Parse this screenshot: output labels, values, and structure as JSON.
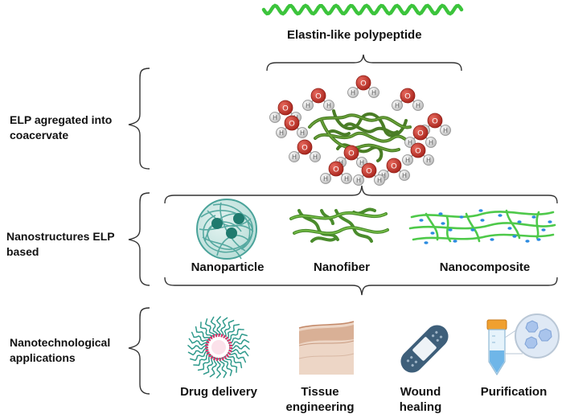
{
  "top": {
    "title": "Elastin-like polypeptide"
  },
  "sections": [
    {
      "label": "ELP agregated into coacervate"
    },
    {
      "label": "Nanostructures ELP based"
    },
    {
      "label": "Nanotechnological applications"
    }
  ],
  "nanostructures": [
    {
      "label": "Nanoparticle"
    },
    {
      "label": "Nanofiber"
    },
    {
      "label": "Nanocomposite"
    }
  ],
  "applications": [
    {
      "label": "Drug delivery"
    },
    {
      "label": "Tissue engineering"
    },
    {
      "label": "Wound healing"
    },
    {
      "label": "Purification"
    }
  ],
  "water_molecule": {
    "oxygen": "O",
    "hydrogen": "H"
  },
  "colors": {
    "elp_green": "#3cc43c",
    "coacervate_green": "#4a7d26",
    "oxygen_red": "#c9342a",
    "nanoparticle_teal": "#4aa39a",
    "drug_pink": "#e0306a",
    "bandage_blue": "#3e5f7a",
    "tube_orange": "#f0a030"
  }
}
